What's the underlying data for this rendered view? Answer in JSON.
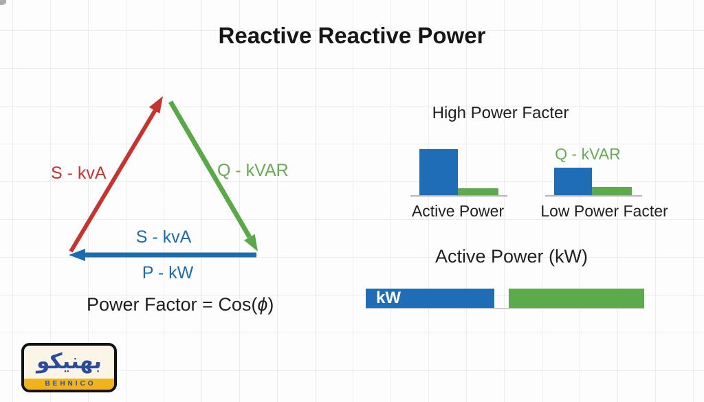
{
  "title": "Reactive Reactive Power",
  "colors": {
    "red": "#c43530",
    "green": "#5ba849",
    "green_text": "#67ac52",
    "blue": "#1c6dae",
    "bar_blue": "#1f6db4",
    "bar_green": "#5caa4c",
    "dark_text": "#1f1f1f",
    "logo_blue": "#2a4a9c",
    "logo_yellow": "#f1b31d"
  },
  "triangle": {
    "s_label": "S - kvA",
    "q_label": "Q - kVAR",
    "base_top_label": "S - kvA",
    "base_bottom_label": "P - kW",
    "formula_prefix": "Power Factor = Cos(",
    "formula_phi": "ϕ",
    "formula_suffix": ")"
  },
  "comparison": {
    "high_label": "High Power Facter",
    "low_label": "Low Power Facter",
    "active_power_label": "Active Power",
    "q_kvar_label": "Q - kVAR",
    "high_chart": {
      "blue_bar_height": 67,
      "green_bar_height": 10
    },
    "low_chart": {
      "blue_bar_height": 40,
      "green_bar_height": 12
    }
  },
  "active_power_bar": {
    "title": "Active Power (kW)",
    "kw_label": "kW"
  },
  "logo": {
    "name_fa": "بهنیکو",
    "name_en": "BEHNICO"
  }
}
